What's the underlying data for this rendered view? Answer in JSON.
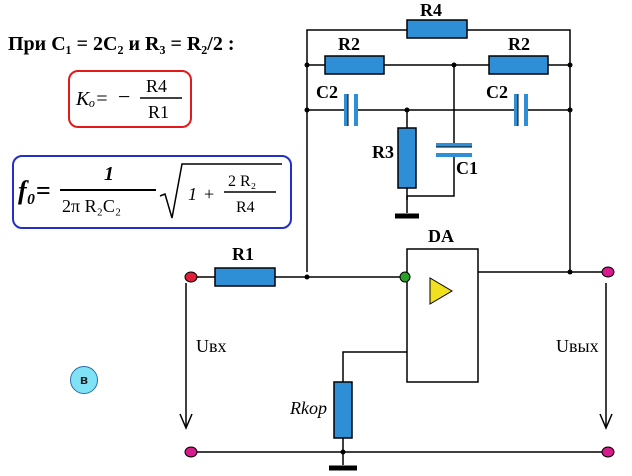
{
  "condition": {
    "prefix": "При",
    "c_part": "C₁ = 2C₂",
    "and": "и",
    "r_part": "R₃ = R₂/2 :"
  },
  "gain_formula": {
    "lhs": "Kₒ=",
    "minus": "−",
    "numerator": "R4",
    "denominator": "R1",
    "border_color": "#e21a1a"
  },
  "freq_formula": {
    "lhs": "f₀=",
    "frac_num": "1",
    "frac_den": "2π R₂C₂",
    "root_one": "1",
    "plus": "+",
    "inner_num": "2 R₂",
    "inner_den": "R4",
    "border_color": "#2230c8"
  },
  "circuit": {
    "resistor_color": "#2f8fd6",
    "capacitor_color": "#2f8fd6",
    "wire_color": "#000000",
    "opamp_arrow_color": "#f0e020",
    "labels": {
      "R4": "R4",
      "R2_left": "R2",
      "R2_right": "R2",
      "C2_left": "C2",
      "C2_right": "C2",
      "R3": "R3",
      "C1": "C1",
      "DA": "DA",
      "R1": "R1",
      "Rkor": "Rkор",
      "Uin": "Uвх",
      "Uout": "Uвых"
    }
  },
  "badge_label": "в"
}
